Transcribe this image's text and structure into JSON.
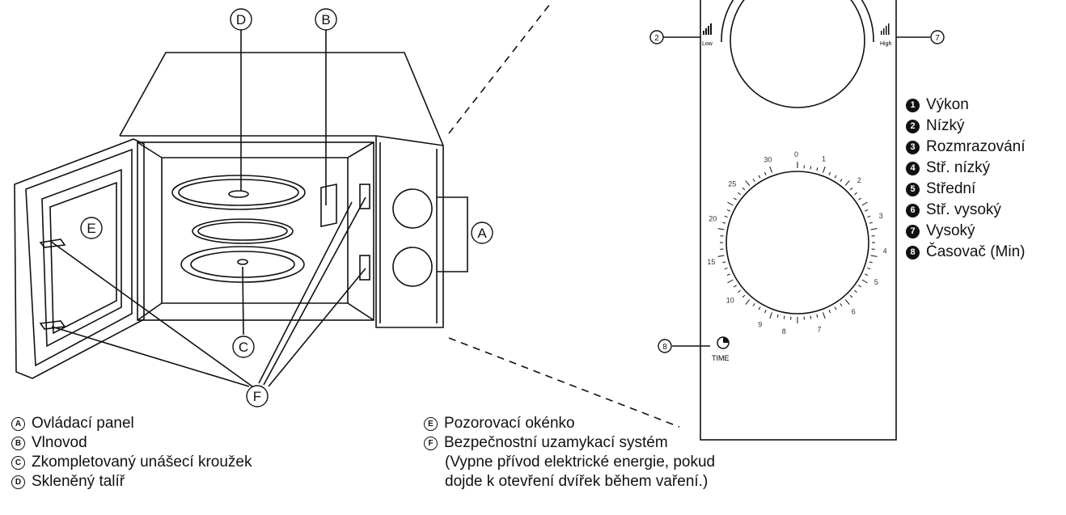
{
  "callouts": {
    "A": "A",
    "B": "B",
    "C": "C",
    "D": "D",
    "E": "E",
    "F": "F"
  },
  "panel_callouts": {
    "2": "2",
    "7": "7",
    "8": "8"
  },
  "power_knob": {
    "low_label": "Low",
    "high_label": "High"
  },
  "timer_knob": {
    "ticks": [
      "0",
      "1",
      "2",
      "3",
      "4",
      "5",
      "6",
      "7",
      "8",
      "9",
      "10",
      "15",
      "20",
      "25",
      "30"
    ],
    "time_label": "TIME"
  },
  "legend_left": [
    {
      "mark": "A",
      "text": "Ovládací panel"
    },
    {
      "mark": "B",
      "text": " Vlnovod"
    },
    {
      "mark": "C",
      "text": "Zkompletovaný unášecí kroužek"
    },
    {
      "mark": "D",
      "text": "Skleněný talíř"
    }
  ],
  "legend_middle": {
    "items": [
      {
        "mark": "E",
        "text": "Pozorovací okénko"
      },
      {
        "mark": "F",
        "text": "Bezpečnostní uzamykací systém"
      }
    ],
    "note_line1": "(Vypne přívod elektrické energie, pokud",
    "note_line2": "dojde k otevření dvířek během vaření.)"
  },
  "legend_right": [
    {
      "mark": "1",
      "text": "Výkon"
    },
    {
      "mark": "2",
      "text": " Nízký"
    },
    {
      "mark": "3",
      "text": " Rozmrazování"
    },
    {
      "mark": "4",
      "text": "Stř. nízký"
    },
    {
      "mark": "5",
      "text": " Střední"
    },
    {
      "mark": "6",
      "text": "Stř. vysoký"
    },
    {
      "mark": "7",
      "text": " Vysoký"
    },
    {
      "mark": "8",
      "text": "Časovač (Min)"
    }
  ]
}
